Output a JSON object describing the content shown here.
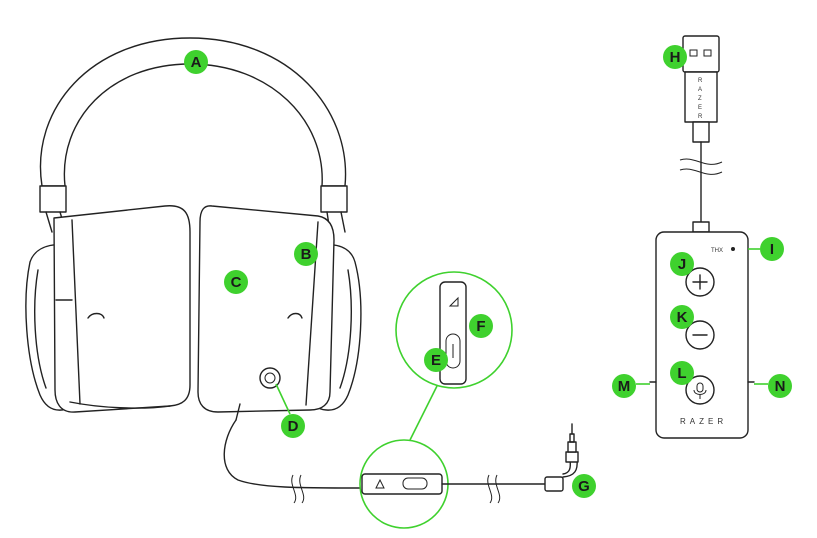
{
  "labels": {
    "A": "A",
    "B": "B",
    "C": "C",
    "D": "D",
    "E": "E",
    "F": "F",
    "G": "G",
    "H": "H",
    "I": "I",
    "J": "J",
    "K": "K",
    "L": "L",
    "M": "M",
    "N": "N"
  },
  "control_box": {
    "brand": "RAZER",
    "thx_mark": "THX"
  },
  "usb": {
    "brand": "RAZER"
  },
  "colors": {
    "accent": "#3fd12e",
    "outline": "#222222",
    "background": "#ffffff"
  }
}
